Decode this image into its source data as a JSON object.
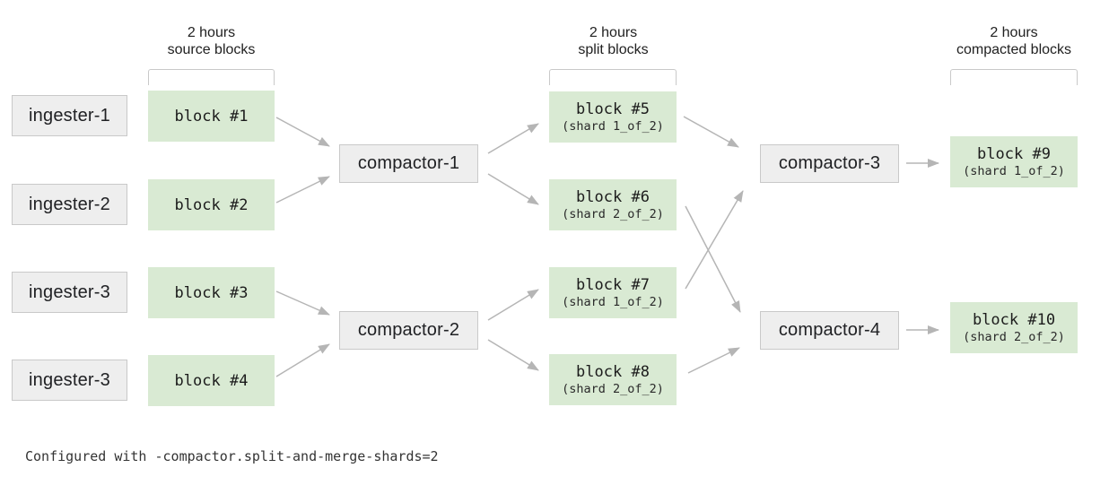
{
  "columns": {
    "source": {
      "header_line1": "2 hours",
      "header_line2": "source blocks"
    },
    "split": {
      "header_line1": "2 hours",
      "header_line2": "split blocks"
    },
    "compacted": {
      "header_line1": "2 hours",
      "header_line2": "compacted blocks"
    }
  },
  "ingesters": [
    "ingester-1",
    "ingester-2",
    "ingester-3",
    "ingester-3"
  ],
  "source_blocks": [
    "block #1",
    "block #2",
    "block #3",
    "block #4"
  ],
  "compactors": [
    "compactor-1",
    "compactor-2",
    "compactor-3",
    "compactor-4"
  ],
  "split_blocks": [
    {
      "label": "block #5",
      "shard": "(shard 1_of_2)"
    },
    {
      "label": "block #6",
      "shard": "(shard 2_of_2)"
    },
    {
      "label": "block #7",
      "shard": "(shard 1_of_2)"
    },
    {
      "label": "block #8",
      "shard": "(shard 2_of_2)"
    }
  ],
  "compacted_blocks": [
    {
      "label": "block #9",
      "shard": "(shard 1_of_2)"
    },
    {
      "label": "block #10",
      "shard": "(shard 2_of_2)"
    }
  ],
  "caption": "Configured with -compactor.split-and-merge-shards=2",
  "flows": [
    {
      "from": "block #1",
      "to": "compactor-1"
    },
    {
      "from": "block #2",
      "to": "compactor-1"
    },
    {
      "from": "block #3",
      "to": "compactor-2"
    },
    {
      "from": "block #4",
      "to": "compactor-2"
    },
    {
      "from": "compactor-1",
      "to": "block #5"
    },
    {
      "from": "compactor-1",
      "to": "block #6"
    },
    {
      "from": "compactor-2",
      "to": "block #7"
    },
    {
      "from": "compactor-2",
      "to": "block #8"
    },
    {
      "from": "block #5",
      "to": "compactor-3"
    },
    {
      "from": "block #6",
      "to": "compactor-4"
    },
    {
      "from": "block #7",
      "to": "compactor-3"
    },
    {
      "from": "block #8",
      "to": "compactor-4"
    },
    {
      "from": "compactor-3",
      "to": "block #9"
    },
    {
      "from": "compactor-4",
      "to": "block #10"
    }
  ],
  "colors": {
    "block_green": "#d9ead3",
    "node_gray": "#eeeeee",
    "node_border": "#c9c9c9",
    "arrow_gray": "#b5b5b5",
    "text_dark": "#212121"
  }
}
